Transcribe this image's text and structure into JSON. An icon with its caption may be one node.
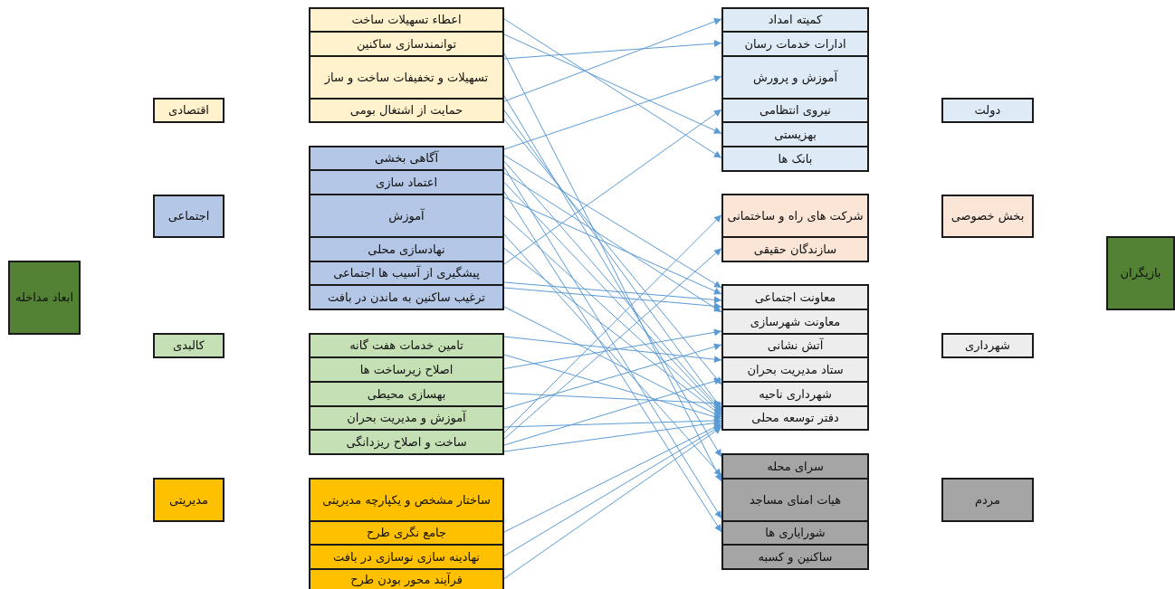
{
  "diagram": {
    "nodes": [
      {
        "text": [
          "ابعاد مداخله"
        ]
      },
      {
        "text": [
          "اقتصادی"
        ]
      },
      {
        "text": [
          "اجتماعی"
        ]
      },
      {
        "text": [
          "کالبدی"
        ]
      },
      {
        "text": [
          "مدیریتی"
        ]
      },
      {
        "text": [
          "اعطاء تسهیلات ساخت"
        ]
      },
      {
        "text": [
          "توانمندسازی ساکنین"
        ]
      },
      {
        "text": [
          "تسهیلات و تخفیفات ساخت و ساز"
        ]
      },
      {
        "text": [
          "حمایت از اشتغال بومی"
        ]
      },
      {
        "text": [
          "آگاهی بخشی"
        ]
      },
      {
        "text": [
          "اعتماد سازی"
        ]
      },
      {
        "text": [
          "آموزش"
        ]
      },
      {
        "text": [
          "نهادسازی محلی"
        ]
      },
      {
        "text": [
          "پیشگیری از آسیب ها اجتماعی"
        ]
      },
      {
        "text": [
          "ترغیب ساکنین به ماندن در بافت"
        ]
      },
      {
        "text": [
          "تامین خدمات هفت گانه"
        ]
      },
      {
        "text": [
          "اصلاح زیرساخت ها"
        ]
      },
      {
        "text": [
          "بهسازی محیطی"
        ]
      },
      {
        "text": [
          "آموزش و مدیریت بحران"
        ]
      },
      {
        "text": [
          "ساخت و اصلاح ریزدانگی"
        ]
      },
      {
        "text": [
          "ساختار مشخص و یکپارچه مدیریتی"
        ]
      },
      {
        "text": [
          "جامع نگری طرح"
        ]
      },
      {
        "text": [
          "نهادینه سازی نوسازی در بافت"
        ]
      },
      {
        "text": [
          "فرآیند محور بودن طرح"
        ]
      },
      {
        "text": [
          "کمیته امداد"
        ]
      },
      {
        "text": [
          "ادارات خدمات رسان"
        ]
      },
      {
        "text": [
          "آموزش و پرورش"
        ]
      },
      {
        "text": [
          "نیروی انتظامی"
        ]
      },
      {
        "text": [
          "بهزیستی"
        ]
      },
      {
        "text": [
          "بانک ها"
        ]
      },
      {
        "text": [
          "شرکت های راه و ساختمانی"
        ]
      },
      {
        "text": [
          "سازندگان حقیقی"
        ]
      },
      {
        "text": [
          "معاونت اجتماعی"
        ]
      },
      {
        "text": [
          "معاونت شهرسازی"
        ]
      },
      {
        "text": [
          "آتش نشانی"
        ]
      },
      {
        "text": [
          "ستاد مدیریت بحران"
        ]
      },
      {
        "text": [
          "شهرداری ناحیه"
        ]
      },
      {
        "text": [
          "دفتر توسعه محلی"
        ]
      },
      {
        "text": [
          "سرای محله"
        ]
      },
      {
        "text": [
          "هیات امنای مساجد"
        ]
      },
      {
        "text": [
          "شورایاری ها"
        ]
      },
      {
        "text": [
          "ساکنین و کسبه"
        ]
      },
      {
        "text": [
          "دولت"
        ]
      },
      {
        "text": [
          "بخش خصوصی"
        ]
      },
      {
        "text": [
          "شهرداری"
        ]
      },
      {
        "text": [
          "مردم"
        ]
      },
      {
        "text": [
          "بازیگران"
        ]
      }
    ],
    "edges": [
      {
        "from": 5,
        "to": 29,
        "arrow": "to"
      },
      {
        "from": 6,
        "to": 28,
        "arrow": "to"
      },
      {
        "from": 6,
        "to": 39,
        "arrow": "to"
      },
      {
        "from": 7,
        "to": 25,
        "arrow": "to"
      },
      {
        "from": 7,
        "to": 38,
        "arrow": "to"
      },
      {
        "from": 8,
        "to": 24,
        "arrow": "to"
      },
      {
        "from": 8,
        "to": 37,
        "arrow": "to"
      },
      {
        "from": 8,
        "to": 36,
        "arrow": "to"
      },
      {
        "from": 9,
        "to": 26,
        "arrow": "to"
      },
      {
        "from": 9,
        "to": 32,
        "arrow": "to"
      },
      {
        "from": 9,
        "to": 37,
        "arrow": "to"
      },
      {
        "from": 9,
        "to": 39,
        "arrow": "to"
      },
      {
        "from": 10,
        "to": 33,
        "arrow": "to"
      },
      {
        "from": 10,
        "to": 37,
        "arrow": "to"
      },
      {
        "from": 10,
        "to": 40,
        "arrow": "to"
      },
      {
        "from": 11,
        "to": 32,
        "arrow": "to"
      },
      {
        "from": 11,
        "to": 37,
        "arrow": "to"
      },
      {
        "from": 11,
        "to": 38,
        "arrow": "to"
      },
      {
        "from": 12,
        "to": 37,
        "arrow": "to"
      },
      {
        "from": 13,
        "to": 27,
        "arrow": "to"
      },
      {
        "from": 13,
        "to": 32,
        "arrow": "to"
      },
      {
        "from": 14,
        "to": 32,
        "arrow": "to"
      },
      {
        "from": 14,
        "to": 37,
        "arrow": "to"
      },
      {
        "from": 15,
        "to": 35,
        "arrow": "to"
      },
      {
        "from": 15,
        "to": 37,
        "arrow": "to"
      },
      {
        "from": 16,
        "to": 33,
        "arrow": "to"
      },
      {
        "from": 17,
        "to": 36,
        "arrow": "to"
      },
      {
        "from": 18,
        "to": 34,
        "arrow": "to"
      },
      {
        "from": 18,
        "to": 37,
        "arrow": "to"
      },
      {
        "from": 19,
        "to": 30,
        "arrow": "to"
      },
      {
        "from": 19,
        "to": 31,
        "arrow": "to"
      },
      {
        "from": 19,
        "to": 35,
        "arrow": "to"
      },
      {
        "from": 19,
        "to": 37,
        "arrow": "to"
      },
      {
        "from": 21,
        "to": 37,
        "arrow": "to"
      },
      {
        "from": 22,
        "to": 37,
        "arrow": "to"
      },
      {
        "from": 23,
        "to": 37,
        "arrow": "to"
      }
    ]
  }
}
